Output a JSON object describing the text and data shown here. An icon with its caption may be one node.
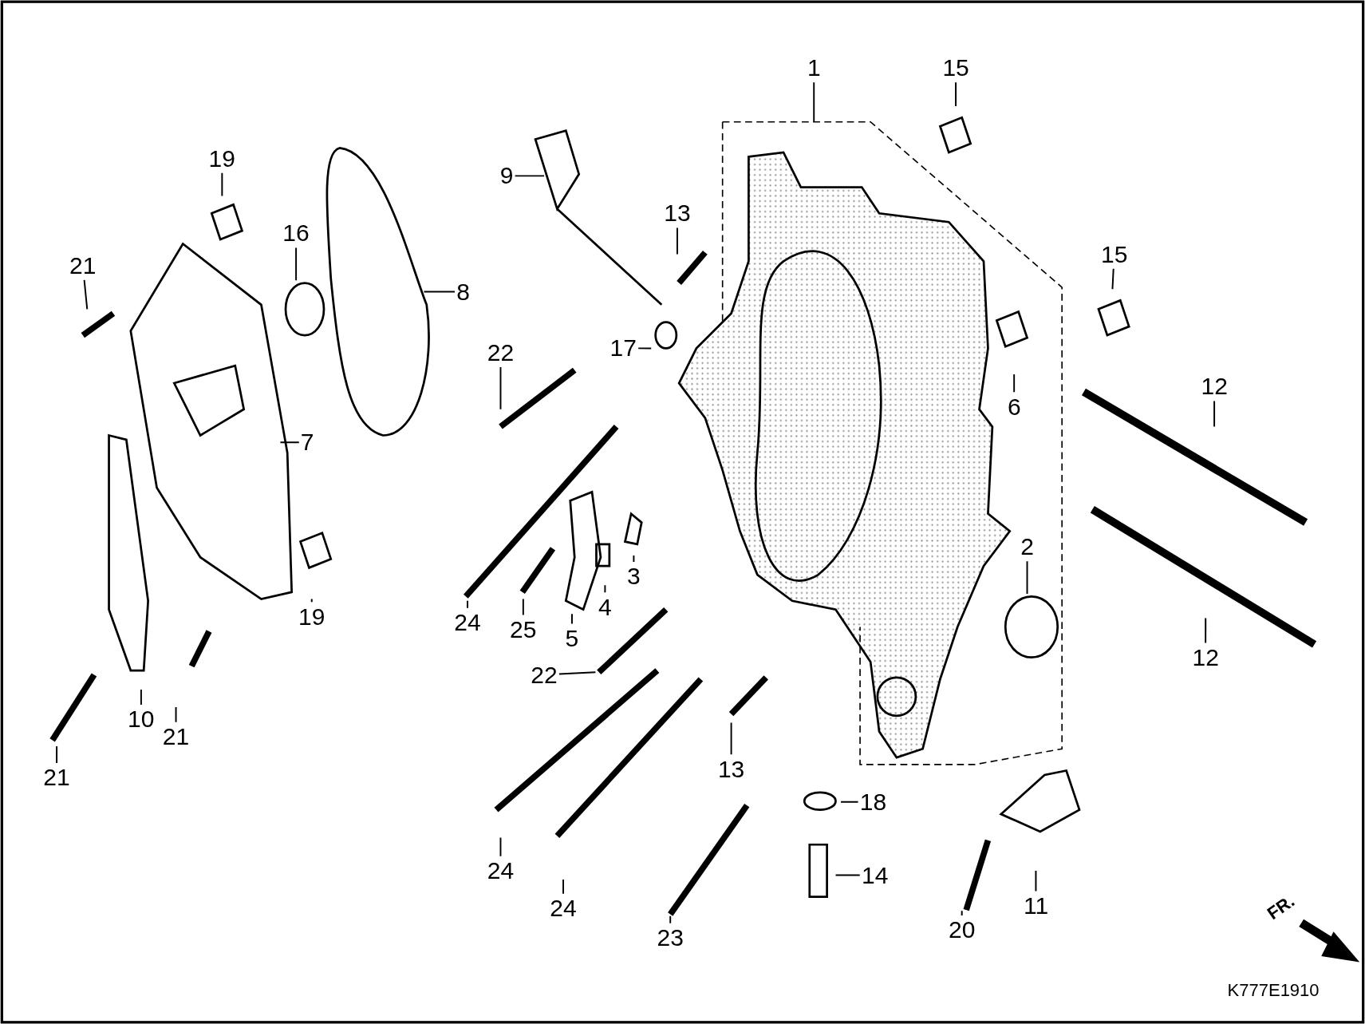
{
  "diagram": {
    "nodes": [
      {
        "text": [
          "1"
        ]
      },
      {
        "text": [
          "15"
        ]
      },
      {
        "text": [
          "19"
        ]
      },
      {
        "text": [
          "9"
        ]
      },
      {
        "text": [
          "13"
        ]
      },
      {
        "text": [
          "16"
        ]
      },
      {
        "text": [
          "21"
        ]
      },
      {
        "text": [
          "15"
        ]
      },
      {
        "text": [
          "8"
        ]
      },
      {
        "text": [
          "17"
        ]
      },
      {
        "text": [
          "22"
        ]
      },
      {
        "text": [
          "12"
        ]
      },
      {
        "text": [
          "6"
        ]
      },
      {
        "text": [
          "7"
        ]
      },
      {
        "text": [
          "2"
        ]
      },
      {
        "text": [
          "3"
        ]
      },
      {
        "text": [
          "4"
        ]
      },
      {
        "text": [
          "19"
        ]
      },
      {
        "text": [
          "25"
        ]
      },
      {
        "text": [
          "24"
        ]
      },
      {
        "text": [
          "5"
        ]
      },
      {
        "text": [
          "12"
        ]
      },
      {
        "text": [
          "22"
        ]
      },
      {
        "text": [
          "10"
        ]
      },
      {
        "text": [
          "21"
        ]
      },
      {
        "text": [
          "13"
        ]
      },
      {
        "text": [
          "21"
        ]
      },
      {
        "text": [
          "18"
        ]
      },
      {
        "text": [
          "24"
        ]
      },
      {
        "text": [
          "14"
        ]
      },
      {
        "text": [
          "24"
        ]
      },
      {
        "text": [
          "11"
        ]
      },
      {
        "text": [
          "20"
        ]
      },
      {
        "text": [
          "23"
        ]
      }
    ],
    "edges": [
      {
        "from": 0,
        "to": null,
        "arrow": "none"
      },
      {
        "from": 1,
        "to": null,
        "arrow": "none"
      },
      {
        "from": 2,
        "to": null,
        "arrow": "none"
      },
      {
        "from": 3,
        "to": null,
        "arrow": "none"
      },
      {
        "from": 4,
        "to": null,
        "arrow": "none"
      },
      {
        "from": 5,
        "to": null,
        "arrow": "none"
      },
      {
        "from": 6,
        "to": null,
        "arrow": "none"
      },
      {
        "from": 7,
        "to": null,
        "arrow": "none"
      },
      {
        "from": 8,
        "to": null,
        "arrow": "none"
      },
      {
        "from": 9,
        "to": null,
        "arrow": "none"
      },
      {
        "from": 10,
        "to": null,
        "arrow": "none"
      },
      {
        "from": 11,
        "to": null,
        "arrow": "none"
      },
      {
        "from": 12,
        "to": null,
        "arrow": "none"
      },
      {
        "from": 13,
        "to": null,
        "arrow": "none"
      },
      {
        "from": 14,
        "to": null,
        "arrow": "none"
      },
      {
        "from": 15,
        "to": null,
        "arrow": "none"
      },
      {
        "from": 16,
        "to": null,
        "arrow": "none"
      },
      {
        "from": 17,
        "to": null,
        "arrow": "none"
      },
      {
        "from": 18,
        "to": null,
        "arrow": "none"
      },
      {
        "from": 19,
        "to": null,
        "arrow": "none"
      },
      {
        "from": 20,
        "to": null,
        "arrow": "none"
      },
      {
        "from": 21,
        "to": null,
        "arrow": "none"
      },
      {
        "from": 22,
        "to": null,
        "arrow": "none"
      },
      {
        "from": 23,
        "to": null,
        "arrow": "none"
      },
      {
        "from": 24,
        "to": null,
        "arrow": "none"
      },
      {
        "from": 25,
        "to": null,
        "arrow": "none"
      },
      {
        "from": 26,
        "to": null,
        "arrow": "none"
      },
      {
        "from": 27,
        "to": null,
        "arrow": "none"
      },
      {
        "from": 28,
        "to": null,
        "arrow": "none"
      },
      {
        "from": 29,
        "to": null,
        "arrow": "none"
      },
      {
        "from": 30,
        "to": null,
        "arrow": "none"
      },
      {
        "from": 31,
        "to": null,
        "arrow": "none"
      },
      {
        "from": 32,
        "to": null,
        "arrow": "none"
      },
      {
        "from": 33,
        "to": null,
        "arrow": "none"
      }
    ],
    "labels": [
      "FR.",
      "K777E1910"
    ]
  }
}
